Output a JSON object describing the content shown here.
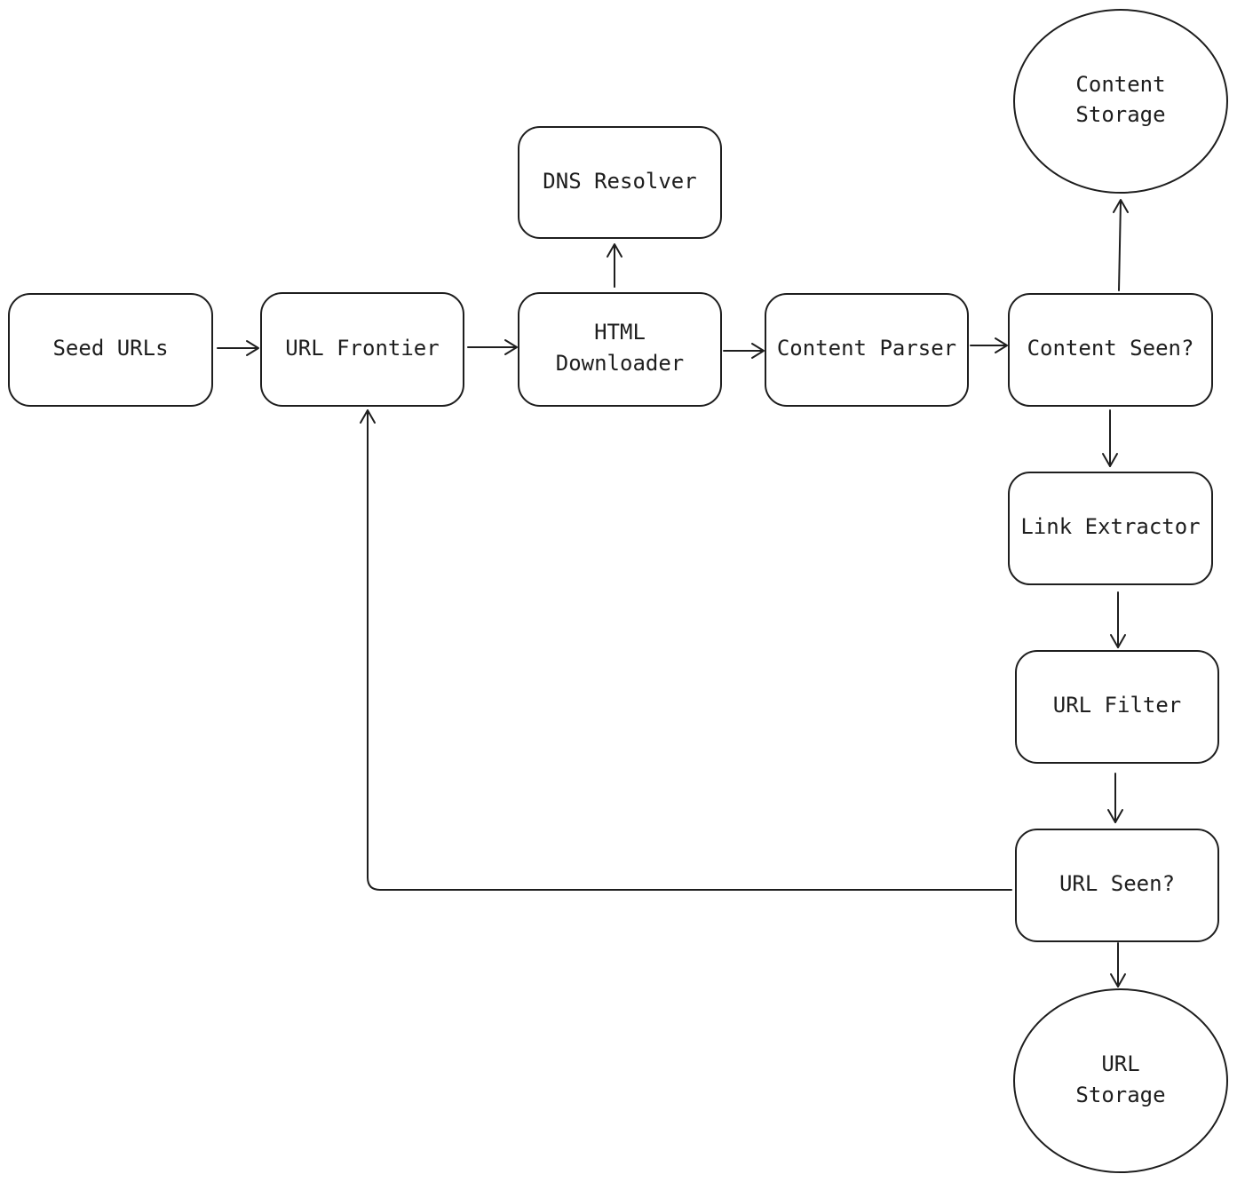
{
  "diagram": {
    "nodes": {
      "seed_urls": {
        "lines": [
          "Seed URLs"
        ]
      },
      "url_frontier": {
        "lines": [
          "URL Frontier"
        ]
      },
      "dns_resolver": {
        "lines": [
          "DNS Resolver"
        ]
      },
      "html_downloader": {
        "lines": [
          "HTML",
          "Downloader"
        ]
      },
      "content_parser": {
        "lines": [
          "Content Parser"
        ]
      },
      "content_seen": {
        "lines": [
          "Content Seen?"
        ]
      },
      "content_storage": {
        "lines": [
          "Content",
          "Storage"
        ]
      },
      "link_extractor": {
        "lines": [
          "Link Extractor"
        ]
      },
      "url_filter": {
        "lines": [
          "URL Filter"
        ]
      },
      "url_seen": {
        "lines": [
          "URL Seen?"
        ]
      },
      "url_storage": {
        "lines": [
          "URL",
          "Storage"
        ]
      }
    },
    "edges": [
      {
        "from": "seed_urls",
        "to": "url_frontier"
      },
      {
        "from": "url_frontier",
        "to": "html_downloader"
      },
      {
        "from": "html_downloader",
        "to": "dns_resolver"
      },
      {
        "from": "html_downloader",
        "to": "content_parser"
      },
      {
        "from": "content_parser",
        "to": "content_seen"
      },
      {
        "from": "content_seen",
        "to": "content_storage"
      },
      {
        "from": "content_seen",
        "to": "link_extractor"
      },
      {
        "from": "link_extractor",
        "to": "url_filter"
      },
      {
        "from": "url_filter",
        "to": "url_seen"
      },
      {
        "from": "url_seen",
        "to": "url_storage"
      },
      {
        "from": "url_seen",
        "to": "url_frontier"
      }
    ]
  }
}
